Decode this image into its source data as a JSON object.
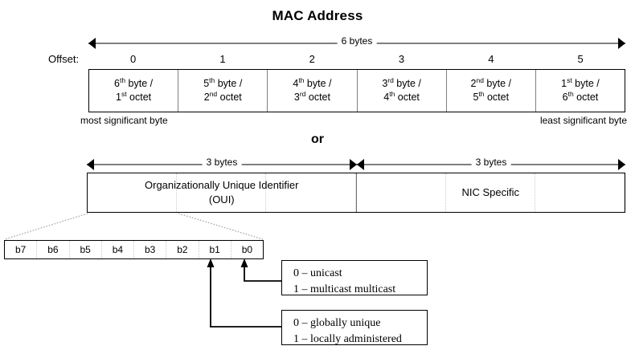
{
  "diagram": {
    "title": "MAC Address",
    "or_label": "or"
  },
  "top_section": {
    "measure_label": "6 bytes",
    "offset_word": "Offset:",
    "offsets": [
      "0",
      "1",
      "2",
      "3",
      "4",
      "5"
    ],
    "cells": [
      {
        "line1_num": "6",
        "line1_sup": "th",
        "line1_rest": " byte /",
        "line2_num": "1",
        "line2_sup": "st",
        "line2_rest": " octet"
      },
      {
        "line1_num": "5",
        "line1_sup": "th",
        "line1_rest": " byte /",
        "line2_num": "2",
        "line2_sup": "nd",
        "line2_rest": " octet"
      },
      {
        "line1_num": "4",
        "line1_sup": "th",
        "line1_rest": " byte /",
        "line2_num": "3",
        "line2_sup": "rd",
        "line2_rest": " octet"
      },
      {
        "line1_num": "3",
        "line1_sup": "rd",
        "line1_rest": " byte /",
        "line2_num": "4",
        "line2_sup": "th",
        "line2_rest": " octet"
      },
      {
        "line1_num": "2",
        "line1_sup": "nd",
        "line1_rest": " byte /",
        "line2_num": "5",
        "line2_sup": "th",
        "line2_rest": " octet"
      },
      {
        "line1_num": "1",
        "line1_sup": "st",
        "line1_rest": " byte /",
        "line2_num": "6",
        "line2_sup": "th",
        "line2_rest": " octet"
      }
    ],
    "most_significant": "most significant byte",
    "least_significant": "least significant byte"
  },
  "middle_section": {
    "measure_left_label": "3 bytes",
    "measure_right_label": "3 bytes",
    "oui_line1": "Organizationally Unique Identifier",
    "oui_line2": "(OUI)",
    "nic_label": "NIC Specific"
  },
  "bit_section": {
    "bits": [
      "b7",
      "b6",
      "b5",
      "b4",
      "b3",
      "b2",
      "b1",
      "b0"
    ],
    "callout_unicast": {
      "line1": "0 – unicast",
      "line2": "1 – multicast multicast"
    },
    "callout_global": {
      "line1": "0 – globally unique",
      "line2": "1 – locally administered"
    }
  },
  "colors": {
    "border": "#000000",
    "divider_gray": "#808080",
    "measure_bar": "#7f7f7f",
    "dotted_gray": "#cccccc",
    "background": "#ffffff"
  }
}
